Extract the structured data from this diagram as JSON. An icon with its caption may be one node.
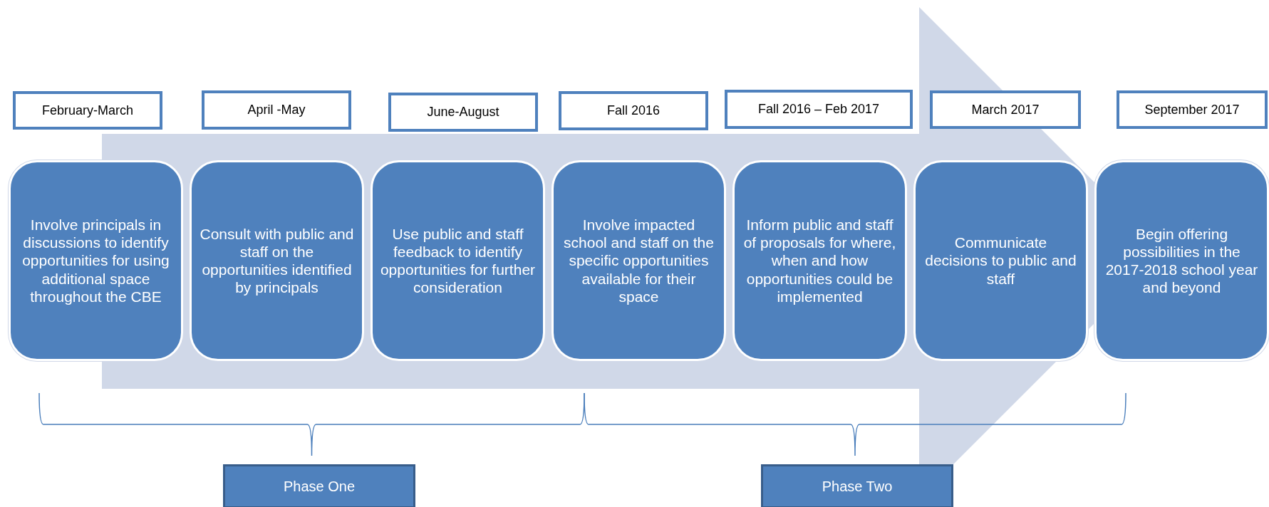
{
  "diagram": {
    "nodes": [
      {
        "text": [
          "February-March"
        ]
      },
      {
        "text": [
          "April -May"
        ]
      },
      {
        "text": [
          "June-August"
        ]
      },
      {
        "text": [
          "Fall 2016"
        ]
      },
      {
        "text": [
          "Fall 2016 – Feb 2017"
        ]
      },
      {
        "text": [
          "March 2017"
        ]
      },
      {
        "text": [
          "September 2017"
        ]
      },
      {
        "text": [
          "Involve principals in discussions to identify opportunities for using additional space throughout the CBE"
        ]
      },
      {
        "text": [
          "Consult with public and staff on the opportunities identified by principals"
        ]
      },
      {
        "text": [
          "Use public and staff feedback to identify opportunities for further consideration"
        ]
      },
      {
        "text": [
          "Involve impacted school and staff on the specific opportunities available for their space"
        ]
      },
      {
        "text": [
          "Inform public and staff of proposals for where, when and how opportunities could be implemented"
        ]
      },
      {
        "text": [
          "Communicate decisions to public and staff"
        ]
      },
      {
        "text": [
          "Begin offering possibilities in the 2017-2018 school year and beyond"
        ]
      },
      {
        "text": [
          "Phase One"
        ]
      },
      {
        "text": [
          "Phase Two"
        ]
      }
    ],
    "edges": [
      {
        "from": 7,
        "to": 13,
        "arrow": "to"
      }
    ]
  }
}
